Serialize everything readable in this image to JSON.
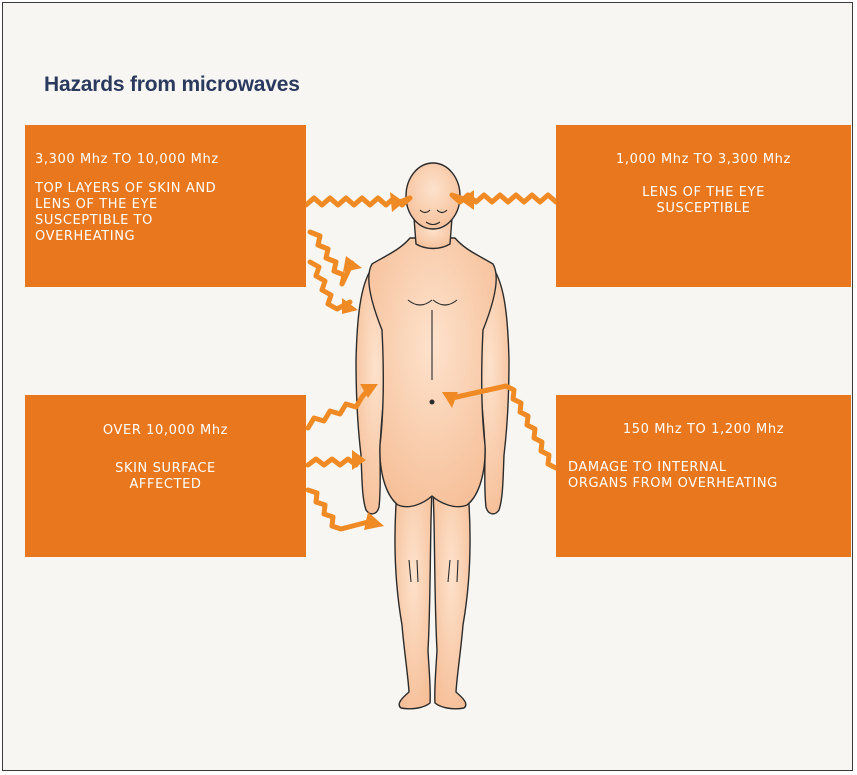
{
  "title": "Hazards from microwaves",
  "boxes": {
    "top_left": {
      "frequency": "3,300 Mhz TO 10,000 Mhz",
      "description": "TOP LAYERS OF SKIN AND\nLENS OF THE EYE\nSUSCEPTIBLE TO\nOVERHEATING"
    },
    "top_right": {
      "frequency": "1,000 Mhz TO 3,300 Mhz",
      "description": "LENS OF THE EYE\nSUSCEPTIBLE"
    },
    "bottom_left": {
      "frequency": "OVER 10,000 Mhz",
      "description": "SKIN SURFACE\nAFFECTED"
    },
    "bottom_right": {
      "frequency": "150 Mhz TO 1,200 Mhz",
      "description": "DAMAGE TO INTERNAL\nORGANS FROM OVERHEATING"
    }
  },
  "colors": {
    "box": "#e9771e",
    "arrow": "#f08a25",
    "body_fill": "#f9cfae",
    "body_outline": "#2b2b2b",
    "title": "#2a3a5e"
  }
}
